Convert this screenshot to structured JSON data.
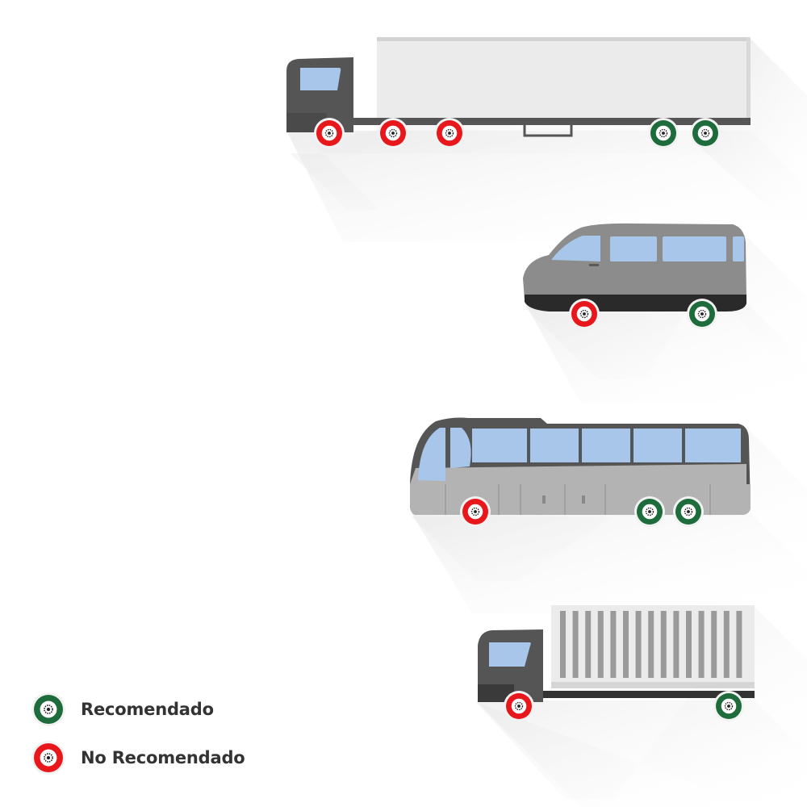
{
  "colors": {
    "recommended": "#1e6b3c",
    "not_recommended": "#e8171b",
    "hub": "#ffffff",
    "tire_outline": "#f2f2f2",
    "cab_dark": "#555555",
    "van_body": "#8c8c8c",
    "bus_body": "#b3b3b3",
    "trailer": "#ebebeb",
    "window": "#a8c6ea",
    "shadow": "#ececec"
  },
  "legend": {
    "recommended": {
      "label": "Recomendado",
      "icon": "green-tire-icon"
    },
    "not_recommended": {
      "label": "No Recomendado",
      "icon": "red-tire-icon"
    }
  },
  "vehicles": [
    {
      "name": "semi-truck",
      "wheels": [
        "not_recommended",
        "not_recommended",
        "not_recommended",
        "recommended",
        "recommended"
      ]
    },
    {
      "name": "van",
      "wheels": [
        "not_recommended",
        "recommended"
      ]
    },
    {
      "name": "bus",
      "wheels": [
        "not_recommended",
        "recommended",
        "recommended"
      ]
    },
    {
      "name": "box-truck",
      "wheels": [
        "not_recommended",
        "recommended"
      ]
    }
  ]
}
